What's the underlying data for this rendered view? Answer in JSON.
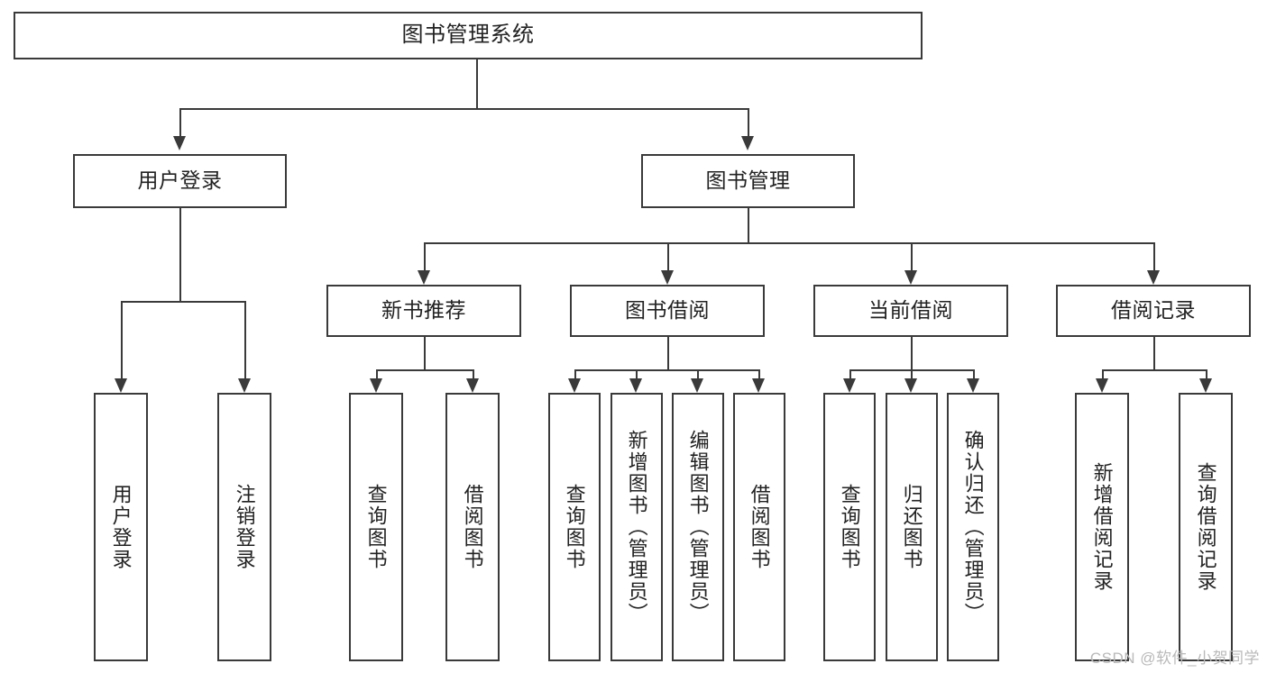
{
  "diagram": {
    "title": "图书管理系统",
    "type": "tree-hierarchy-chart",
    "root": {
      "label": "图书管理系统"
    },
    "level2": [
      {
        "label": "用户登录"
      },
      {
        "label": "图书管理"
      }
    ],
    "level3": [
      {
        "label": "新书推荐"
      },
      {
        "label": "图书借阅"
      },
      {
        "label": "当前借阅"
      },
      {
        "label": "借阅记录"
      }
    ],
    "leaves": {
      "user_login": [
        {
          "label": "用户登录"
        },
        {
          "label": "注销登录"
        }
      ],
      "new_book_recommend": [
        {
          "label": "查询图书"
        },
        {
          "label": "借阅图书"
        }
      ],
      "book_borrow": [
        {
          "label": "查询图书"
        },
        {
          "label": "新增图书（管理员）"
        },
        {
          "label": "编辑图书（管理员）"
        },
        {
          "label": "借阅图书"
        }
      ],
      "current_borrow": [
        {
          "label": "查询图书"
        },
        {
          "label": "归还图书"
        },
        {
          "label": "确认归还（管理员）"
        }
      ],
      "borrow_record": [
        {
          "label": "新增借阅记录"
        },
        {
          "label": "查询借阅记录"
        }
      ]
    }
  },
  "watermark": {
    "text": "CSDN @软件_小贺同学"
  },
  "colors": {
    "stroke": "#3a3a3a",
    "fill": "#ffffff",
    "text": "#222222",
    "watermark": "#b9b9b9"
  }
}
